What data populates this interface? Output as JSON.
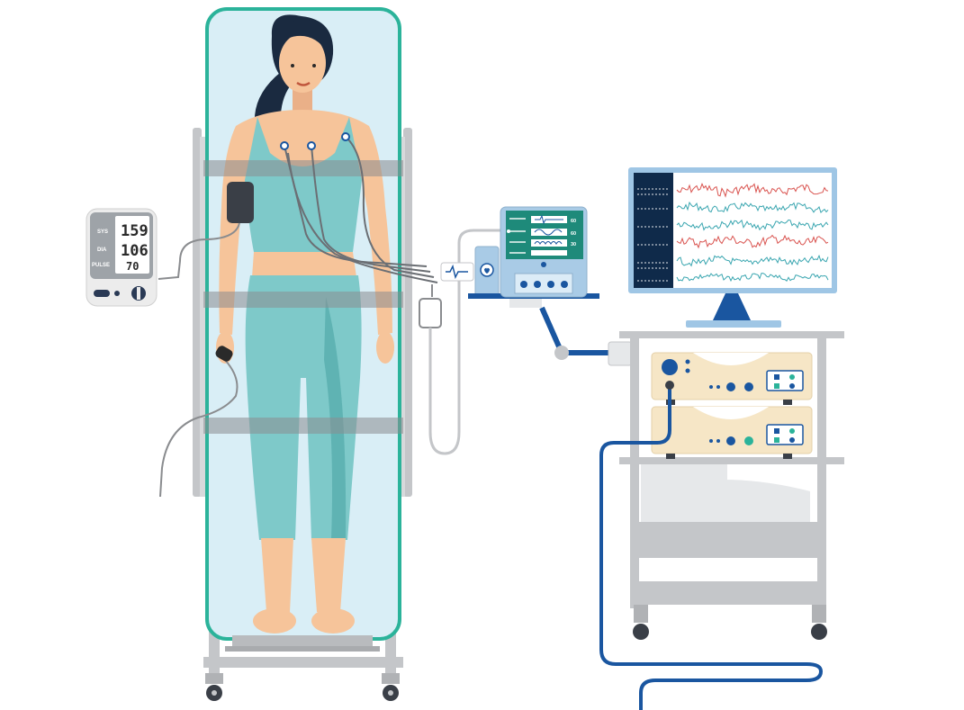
{
  "bp_monitor": {
    "sys_label": "SYS",
    "dia_label": "DIA",
    "pulse_label": "PULSE",
    "sys_value": "159",
    "dia_value": "106",
    "pulse_value": "70"
  },
  "vital_monitor": {
    "rows": [
      {
        "value": "60"
      },
      {
        "value": "60"
      },
      {
        "value": "30"
      },
      {
        "value": ""
      },
      {
        "value": ""
      }
    ]
  },
  "colors": {
    "table_outline": "#2bb39a",
    "table_fill": "#d9eef6",
    "scrubs": "#7ec9c9",
    "skin": "#f6c49a",
    "hair": "#1a2a40",
    "frame": "#c4c6c9",
    "cable_blue": "#1a56a0",
    "ecg_red": "#d9534f",
    "ecg_teal": "#3aa6b0",
    "monitor_bezel": "#9fc6e5",
    "monitor_panel": "#0f2a4a",
    "device_cream": "#f6e6c6",
    "vital_screen": "#1e8a7a"
  },
  "icons": [
    "blood-pressure-monitor-icon",
    "heart-icon",
    "ecg-waveform-icon"
  ]
}
